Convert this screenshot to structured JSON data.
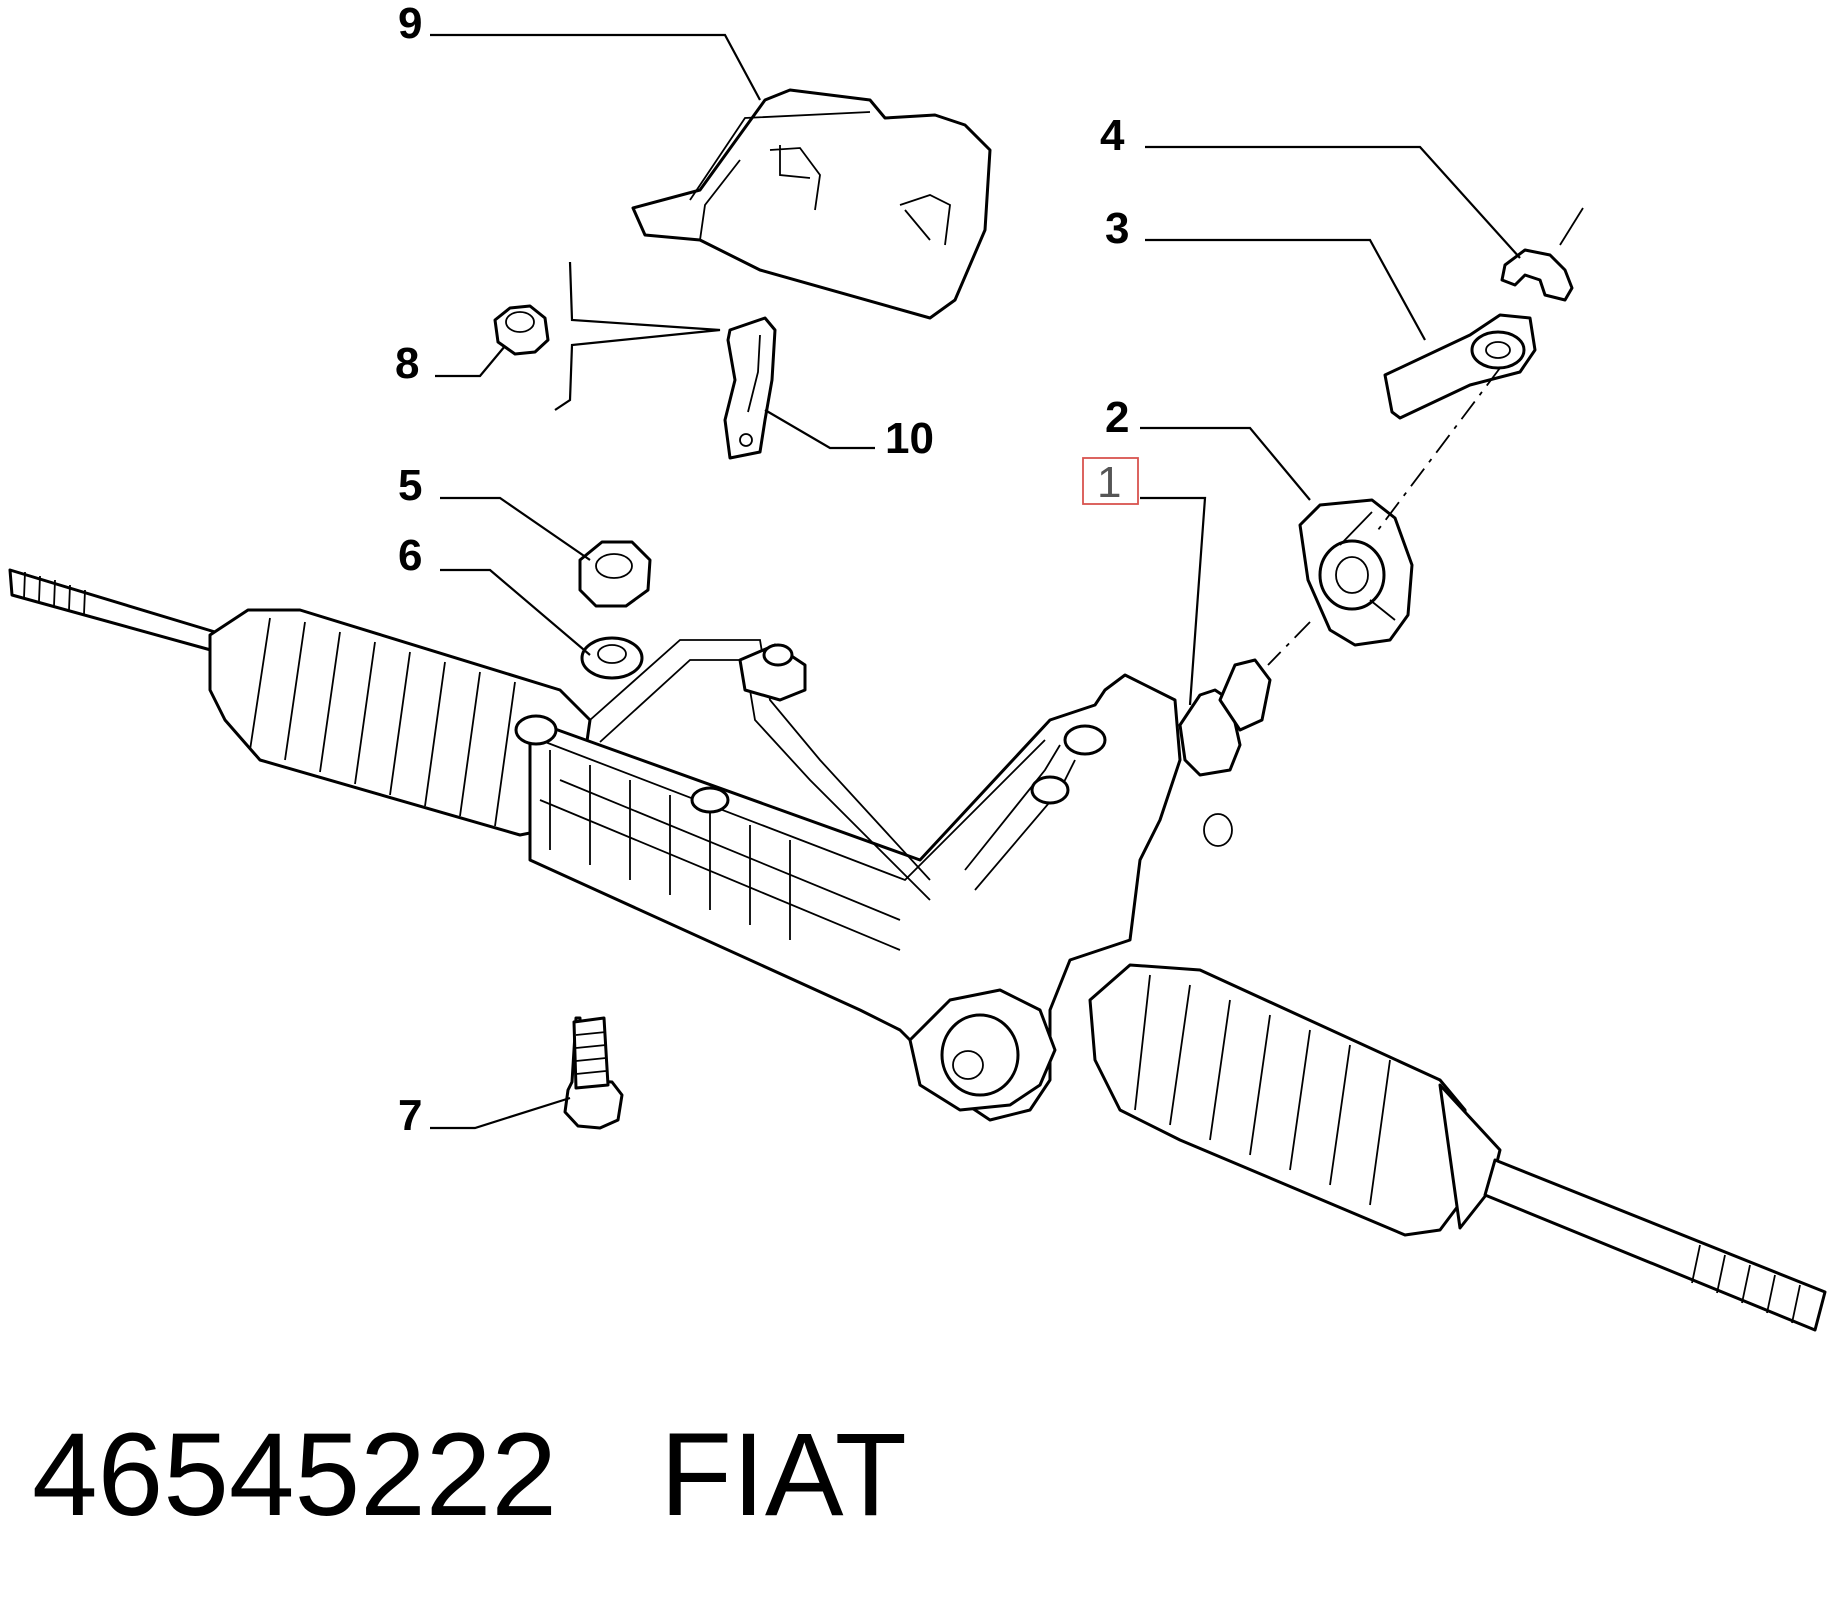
{
  "callouts": {
    "c1": "1",
    "c2": "2",
    "c3": "3",
    "c4": "4",
    "c5": "5",
    "c6": "6",
    "c7": "7",
    "c8": "8",
    "c9": "9",
    "c10": "10"
  },
  "footer": {
    "part_number": "46545222",
    "brand": "FIAT"
  },
  "colors": {
    "line": "#000000",
    "highlight_box": "#d9534f",
    "highlight_text": "#555555"
  }
}
